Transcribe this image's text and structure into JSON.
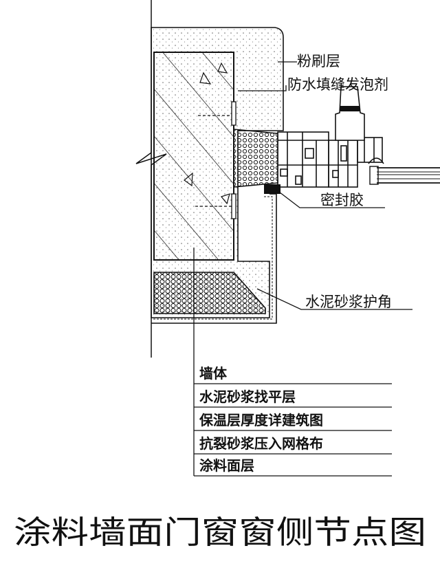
{
  "callouts": {
    "plaster": "粉刷层",
    "foam": "防水填缝发泡剂",
    "sealant": "密封胶",
    "corner": "水泥砂浆护角"
  },
  "legend": {
    "items": [
      "墙体",
      "水泥砂浆找平层",
      "保温层厚度详建筑图",
      "抗裂砂浆压入网格布",
      "涂料面层"
    ]
  },
  "title": "涂料墙面门窗窗侧节点图"
}
